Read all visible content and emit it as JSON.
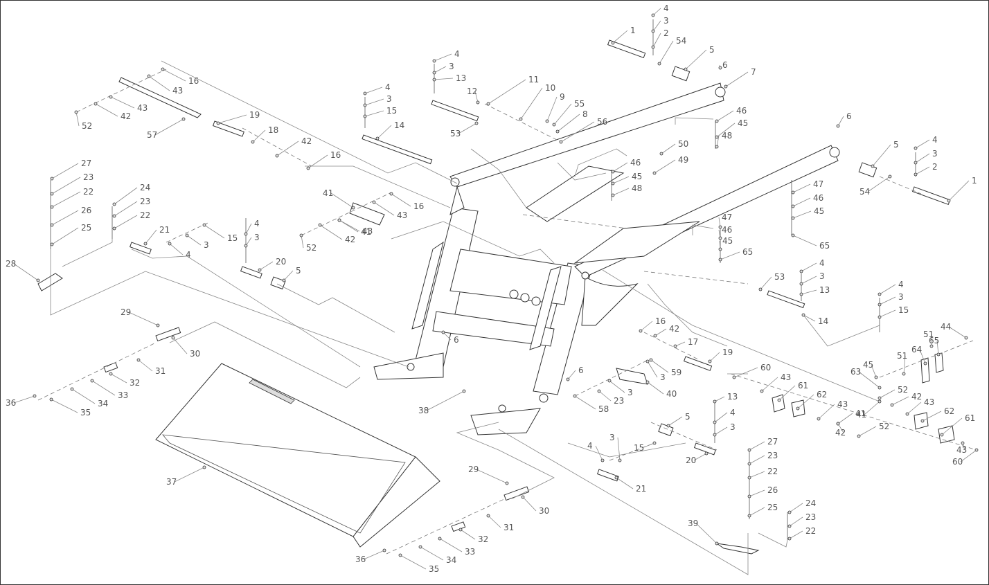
{
  "diagram": {
    "callouts": [
      {
        "id": "c1",
        "text": "1"
      },
      {
        "id": "c2",
        "text": "2"
      },
      {
        "id": "c3",
        "text": "3"
      },
      {
        "id": "c4",
        "text": "4"
      },
      {
        "id": "c5",
        "text": "5"
      },
      {
        "id": "c6",
        "text": "6"
      },
      {
        "id": "c7",
        "text": "7"
      },
      {
        "id": "c8",
        "text": "8"
      },
      {
        "id": "c9",
        "text": "9"
      },
      {
        "id": "c10",
        "text": "10"
      },
      {
        "id": "c11",
        "text": "11"
      },
      {
        "id": "c12",
        "text": "12"
      },
      {
        "id": "c13",
        "text": "13"
      },
      {
        "id": "c14",
        "text": "14"
      },
      {
        "id": "c15",
        "text": "15"
      },
      {
        "id": "c16",
        "text": "16"
      },
      {
        "id": "c17",
        "text": "17"
      },
      {
        "id": "c18",
        "text": "18"
      },
      {
        "id": "c19",
        "text": "19"
      },
      {
        "id": "c20",
        "text": "20"
      },
      {
        "id": "c21",
        "text": "21"
      },
      {
        "id": "c22",
        "text": "22"
      },
      {
        "id": "c23",
        "text": "23"
      },
      {
        "id": "c24",
        "text": "24"
      },
      {
        "id": "c25",
        "text": "25"
      },
      {
        "id": "c26",
        "text": "26"
      },
      {
        "id": "c27",
        "text": "27"
      },
      {
        "id": "c28",
        "text": "28"
      },
      {
        "id": "c29",
        "text": "29"
      },
      {
        "id": "c30",
        "text": "30"
      },
      {
        "id": "c31",
        "text": "31"
      },
      {
        "id": "c32",
        "text": "32"
      },
      {
        "id": "c33",
        "text": "33"
      },
      {
        "id": "c34",
        "text": "34"
      },
      {
        "id": "c35",
        "text": "35"
      },
      {
        "id": "c36",
        "text": "36"
      },
      {
        "id": "c37",
        "text": "37"
      },
      {
        "id": "c38",
        "text": "38"
      },
      {
        "id": "c39",
        "text": "39"
      },
      {
        "id": "c40",
        "text": "40"
      },
      {
        "id": "c41",
        "text": "41"
      },
      {
        "id": "c42",
        "text": "42"
      },
      {
        "id": "c43",
        "text": "43"
      },
      {
        "id": "c44",
        "text": "44"
      },
      {
        "id": "c45",
        "text": "45"
      },
      {
        "id": "c46",
        "text": "46"
      },
      {
        "id": "c47",
        "text": "47"
      },
      {
        "id": "c48",
        "text": "48"
      },
      {
        "id": "c49",
        "text": "49"
      },
      {
        "id": "c50",
        "text": "50"
      },
      {
        "id": "c51",
        "text": "51"
      },
      {
        "id": "c52",
        "text": "52"
      },
      {
        "id": "c53",
        "text": "53"
      },
      {
        "id": "c54",
        "text": "54"
      },
      {
        "id": "c55",
        "text": "55"
      },
      {
        "id": "c56",
        "text": "56"
      },
      {
        "id": "c57",
        "text": "57"
      },
      {
        "id": "c58",
        "text": "58"
      },
      {
        "id": "c59",
        "text": "59"
      },
      {
        "id": "c60",
        "text": "60"
      },
      {
        "id": "c61",
        "text": "61"
      },
      {
        "id": "c62",
        "text": "62"
      },
      {
        "id": "c63",
        "text": "63"
      },
      {
        "id": "c64",
        "text": "64"
      },
      {
        "id": "c65",
        "text": "65"
      }
    ],
    "colors": {
      "line": "#333333",
      "label": "#555555",
      "background": "#ffffff"
    }
  }
}
